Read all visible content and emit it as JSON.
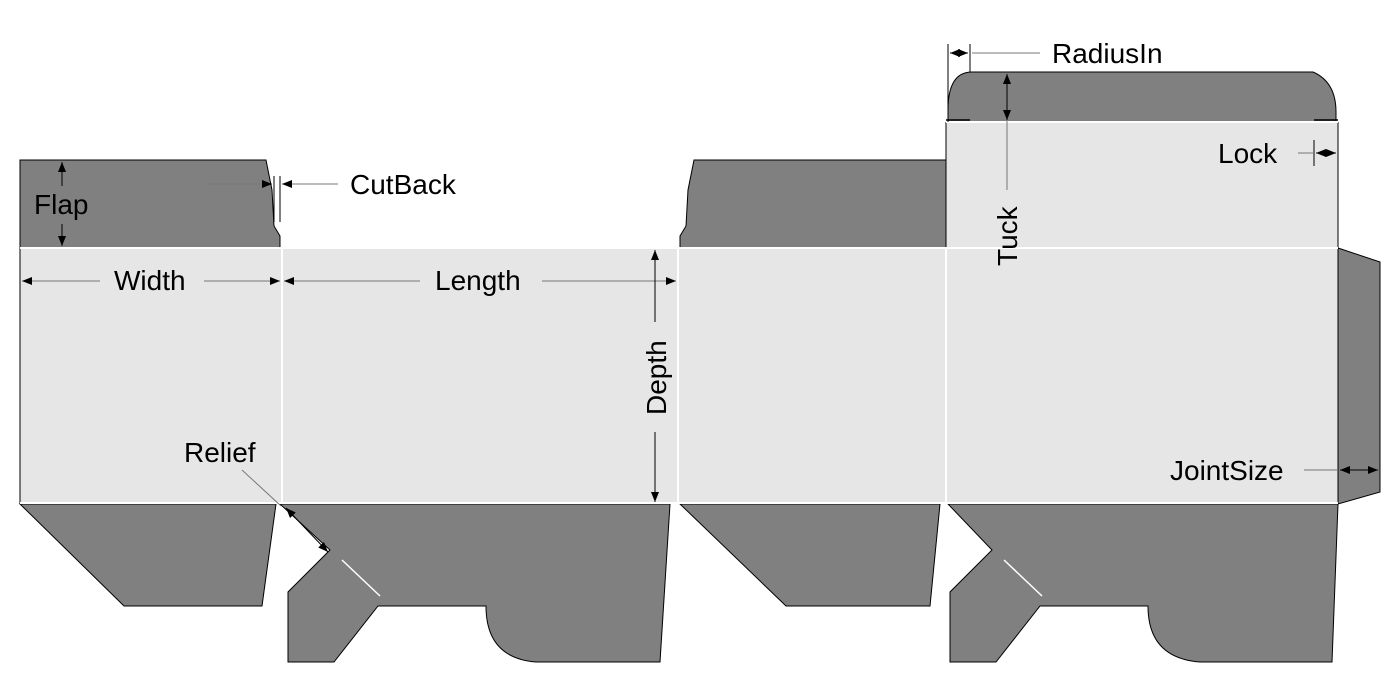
{
  "colors": {
    "panel": "#e6e6e6",
    "flap": "#808080",
    "crease": "#ffffff",
    "outline": "#000000",
    "background": "#ffffff"
  },
  "labels": {
    "radius_in": "RadiusIn",
    "lock": "Lock",
    "cut_back": "CutBack",
    "flap": "Flap",
    "width": "Width",
    "length": "Length",
    "depth": "Depth",
    "tuck": "Tuck",
    "relief": "Relief",
    "joint_size": "JointSize"
  }
}
